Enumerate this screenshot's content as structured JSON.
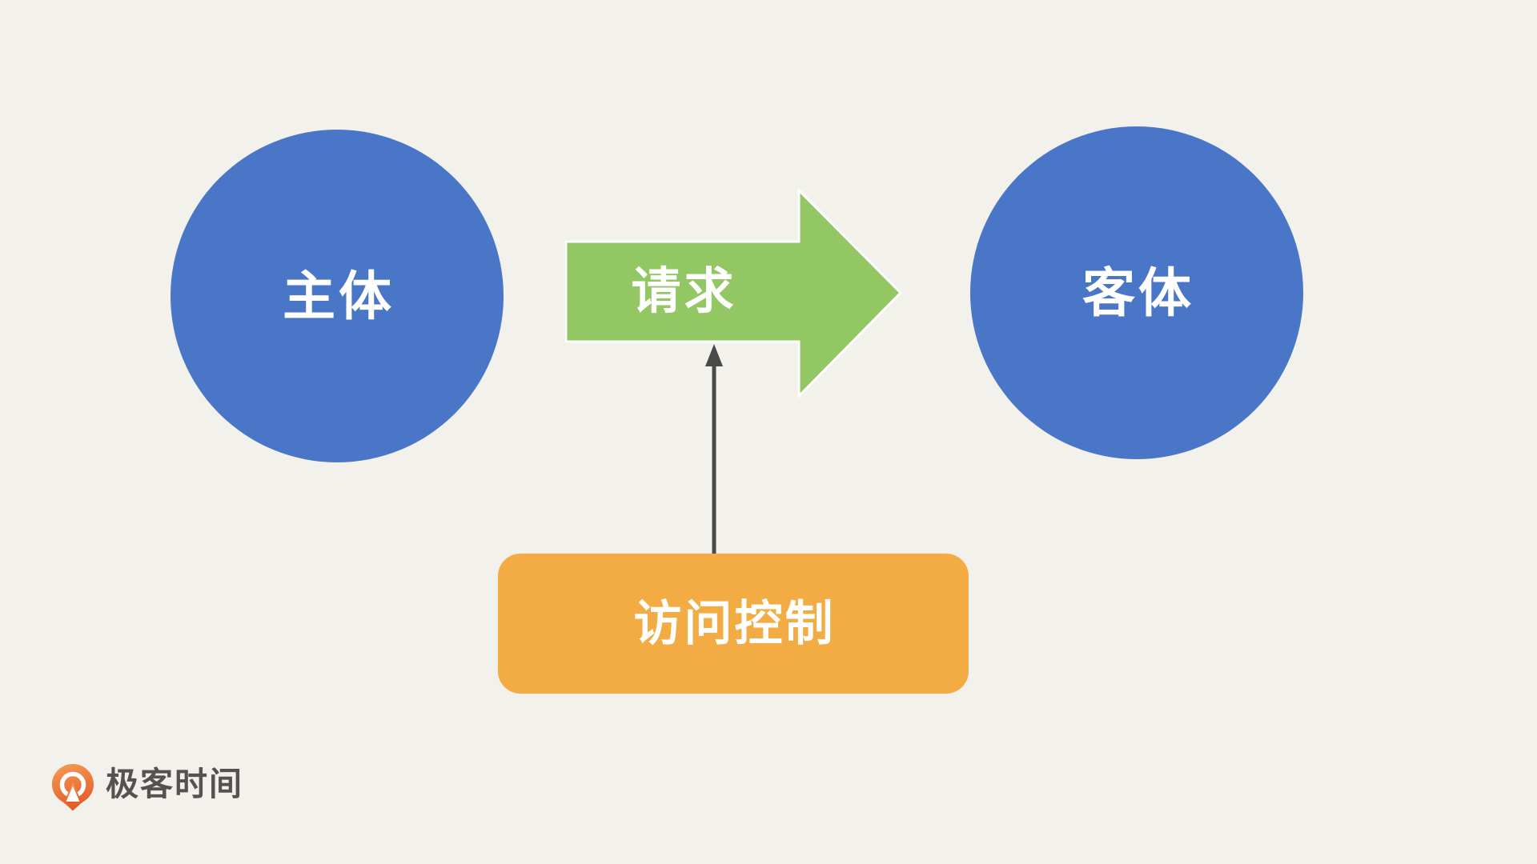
{
  "colors": {
    "background": "#F2F1EB",
    "node-blue": "#4A76C8",
    "arrow-green": "#92C764",
    "arrow-outline": "#FFFFFF",
    "box-orange": "#F2AC43",
    "connector-gray": "#4A4A4A",
    "text-white": "#FFFFFF",
    "logo-text-gray": "#55524F",
    "logo-orange-top": "#F59D55",
    "logo-orange-bottom": "#E45D2A"
  },
  "diagram": {
    "subject_label": "主体",
    "request_label": "请求",
    "object_label": "客体",
    "access_control_label": "访问控制"
  },
  "footer": {
    "brand_name": "极客时间"
  }
}
